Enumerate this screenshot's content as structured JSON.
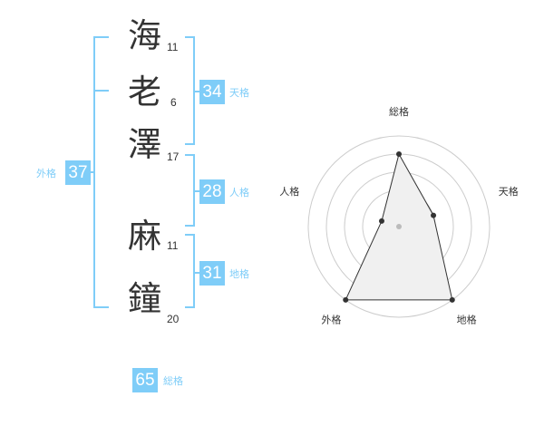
{
  "name": {
    "chars": [
      {
        "char": "海",
        "strokes": "11"
      },
      {
        "char": "老",
        "strokes": "6"
      },
      {
        "char": "澤",
        "strokes": "17"
      },
      {
        "char": "麻",
        "strokes": "11"
      },
      {
        "char": "鐘",
        "strokes": "20"
      }
    ]
  },
  "scores": {
    "tenkaku": {
      "value": "34",
      "label": "天格"
    },
    "jinkaku": {
      "value": "28",
      "label": "人格"
    },
    "chikaku": {
      "value": "31",
      "label": "地格"
    },
    "gaikaku": {
      "value": "37",
      "label": "外格"
    },
    "soukaku": {
      "value": "65",
      "label": "総格"
    }
  },
  "colors": {
    "accent": "#7fcdf8",
    "text": "#333333",
    "grid": "#cccccc"
  },
  "chart_data": {
    "type": "radar",
    "axes": [
      "総格",
      "天格",
      "地格",
      "外格",
      "人格"
    ],
    "values": [
      4,
      2,
      5,
      5,
      1
    ],
    "max": 5,
    "rings": 5
  }
}
